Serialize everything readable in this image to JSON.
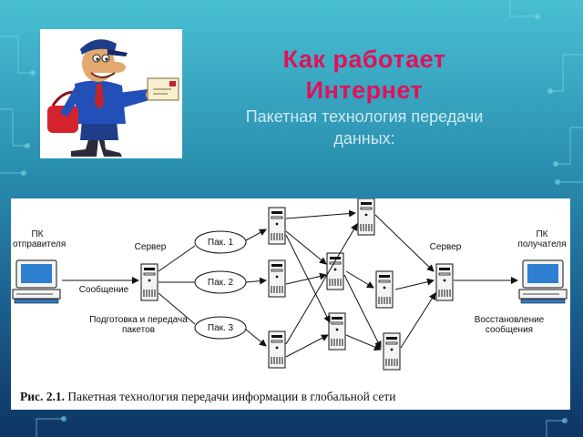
{
  "slide": {
    "title": "Как работает Интернет",
    "subtitle": "Пакетная технология передачи данных:"
  },
  "diagram": {
    "sender_label": "ПК отправителя",
    "receiver_label": "ПК получателя",
    "server_left_label": "Сервер",
    "server_right_label": "Сервер",
    "message_label": "Сообщение",
    "prepare_label": "Подготовка и передача пакетов",
    "restore_label": "Восстановление сообщения",
    "packets": [
      "Пак. 1",
      "Пак. 2",
      "Пак. 3"
    ],
    "caption_prefix": "Рис. 2.1.",
    "caption_text": "Пакетная технология передачи информации в глобальной сети"
  },
  "colors": {
    "title": "#e0125a",
    "background_top": "#49c0d2",
    "background_bottom": "#0e3464"
  },
  "icons": [
    "mailman-illustration",
    "computer-icon",
    "server-icon",
    "circuit-decoration"
  ]
}
